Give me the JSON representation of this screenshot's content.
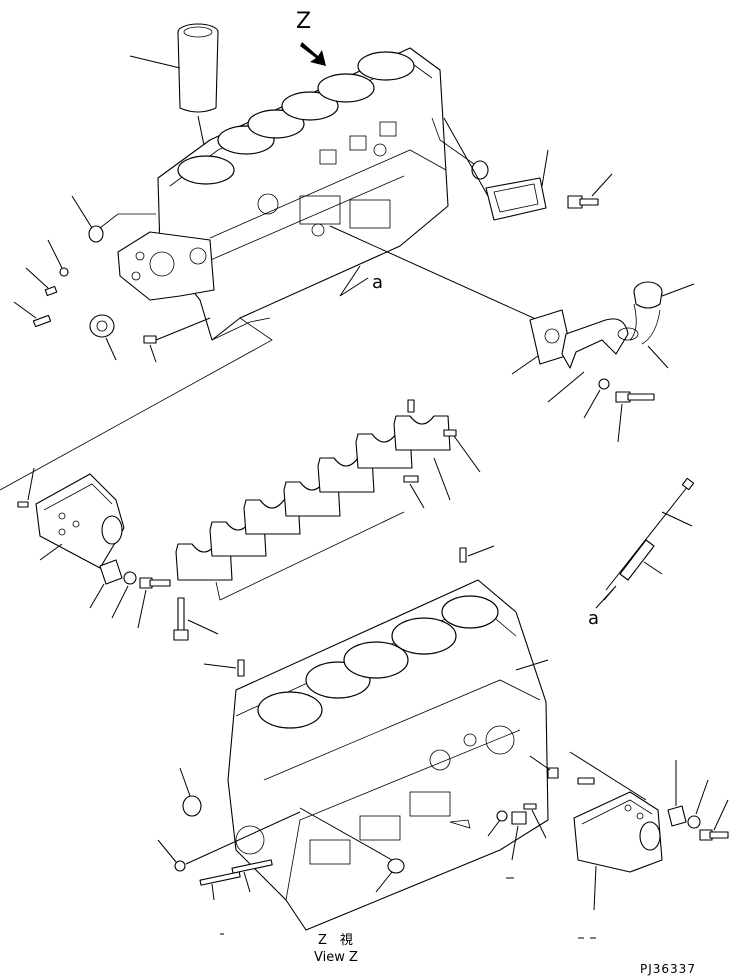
{
  "view_marker": "Z",
  "view_label_jp": "Z　視",
  "view_label_en": "View Z",
  "ref_mark_a": "a",
  "drawing_code": "PJ36337",
  "icons": {
    "view_arrow": "view-direction-arrow-icon"
  }
}
